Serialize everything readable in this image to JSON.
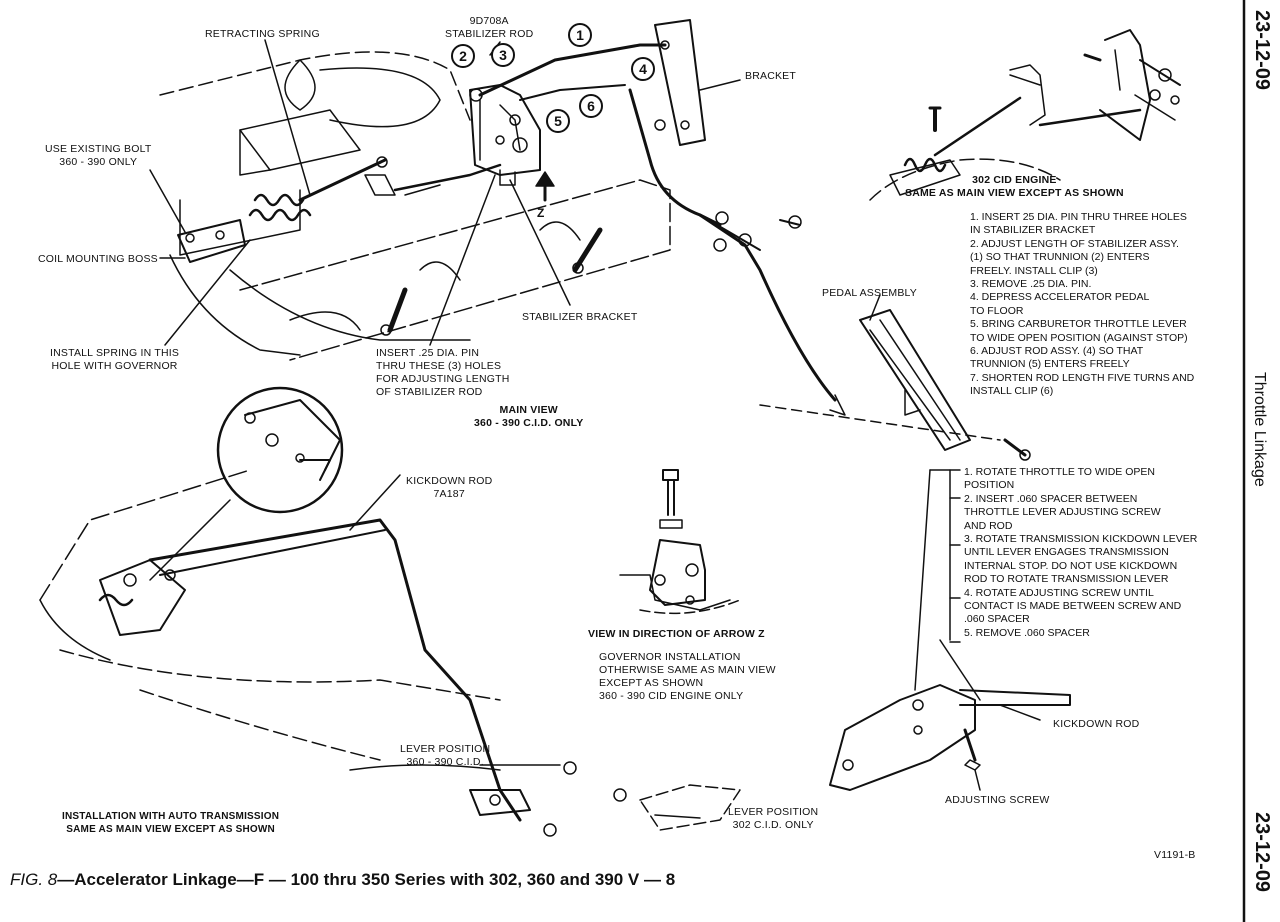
{
  "page": {
    "side_code_top": "23-12-09",
    "side_title": "Throttle Linkage",
    "side_code_bottom": "23-12-09",
    "figure_id": "V1191-B"
  },
  "caption": {
    "fig_label": "FIG. 8",
    "text": "—Accelerator Linkage—F — 100 thru 350 Series with 302, 360 and 390 V — 8"
  },
  "main_view": {
    "labels": {
      "retracting_spring": "RETRACTING SPRING",
      "stabilizer_rod": "9D708A\nSTABILIZER ROD",
      "bracket": "BRACKET",
      "existing_bolt": "USE EXISTING BOLT\n360 - 390 ONLY",
      "coil_boss": "COIL MOUNTING BOSS",
      "install_spring": "INSTALL SPRING IN THIS\nHOLE WITH GOVERNOR",
      "insert_pin": "INSERT .25 DIA. PIN\nTHRU THESE (3) HOLES\nFOR ADJUSTING LENGTH\nOF STABILIZER ROD",
      "stabilizer_bracket": "STABILIZER BRACKET",
      "arrow_z": "Z",
      "pedal_assembly": "PEDAL ASSEMBLY",
      "main_view_title": "MAIN VIEW\n360 - 390 C.I.D. ONLY"
    },
    "callouts": [
      "1",
      "2",
      "3",
      "4",
      "5",
      "6"
    ]
  },
  "engine_302": {
    "title": "302 CID ENGINE\nSAME AS MAIN VIEW EXCEPT AS SHOWN",
    "steps": [
      "1.  INSERT 25 DIA. PIN THRU THREE HOLES",
      "     IN STABILIZER BRACKET",
      "2.  ADJUST LENGTH OF STABILIZER ASSY.",
      "     (1) SO THAT TRUNNION (2) ENTERS",
      "     FREELY.  INSTALL CLIP (3)",
      "3.  REMOVE .25 DIA. PIN.",
      "4.  DEPRESS ACCELERATOR PEDAL",
      "     TO FLOOR",
      "5.  BRING CARBURETOR THROTTLE LEVER",
      "     TO WIDE OPEN  POSITION (AGAINST STOP)",
      "6.  ADJUST ROD ASSY. (4) SO THAT",
      "     TRUNNION (5) ENTERS FREELY",
      "7.  SHORTEN ROD LENGTH FIVE TURNS AND",
      "     INSTALL CLIP (6)"
    ]
  },
  "kickdown": {
    "steps": [
      "1.  ROTATE THROTTLE TO WIDE OPEN",
      "     POSITION",
      "2.  INSERT .060 SPACER BETWEEN",
      "     THROTTLE LEVER ADJUSTING SCREW",
      "     AND ROD",
      "3.  ROTATE TRANSMISSION KICKDOWN LEVER",
      "     UNTIL LEVER ENGAGES TRANSMISSION",
      "     INTERNAL STOP.  DO NOT USE KICKDOWN",
      "     ROD TO ROTATE TRANSMISSION LEVER",
      "4.  ROTATE ADJUSTING SCREW UNTIL",
      "     CONTACT IS MADE BETWEEN SCREW AND",
      "     .060 SPACER",
      "5.  REMOVE .060 SPACER"
    ],
    "labels": {
      "kickdown_rod": "KICKDOWN ROD",
      "adjusting_screw": "ADJUSTING SCREW"
    }
  },
  "auto_trans": {
    "labels": {
      "kickdown_rod": "KICKDOWN ROD\n7A187",
      "lever_360": "LEVER POSITION\n360 - 390 C.I.D.",
      "lever_302": "LEVER POSITION\n302 C.I.D. ONLY",
      "install_note": "INSTALLATION WITH AUTO TRANSMISSION\nSAME AS MAIN VIEW EXCEPT AS SHOWN"
    }
  },
  "governor": {
    "arrow_z_title": "VIEW IN DIRECTION OF ARROW Z",
    "note": "GOVERNOR INSTALLATION\nOTHERWISE SAME AS MAIN VIEW\nEXCEPT AS SHOWN\n360 - 390 CID ENGINE ONLY"
  }
}
